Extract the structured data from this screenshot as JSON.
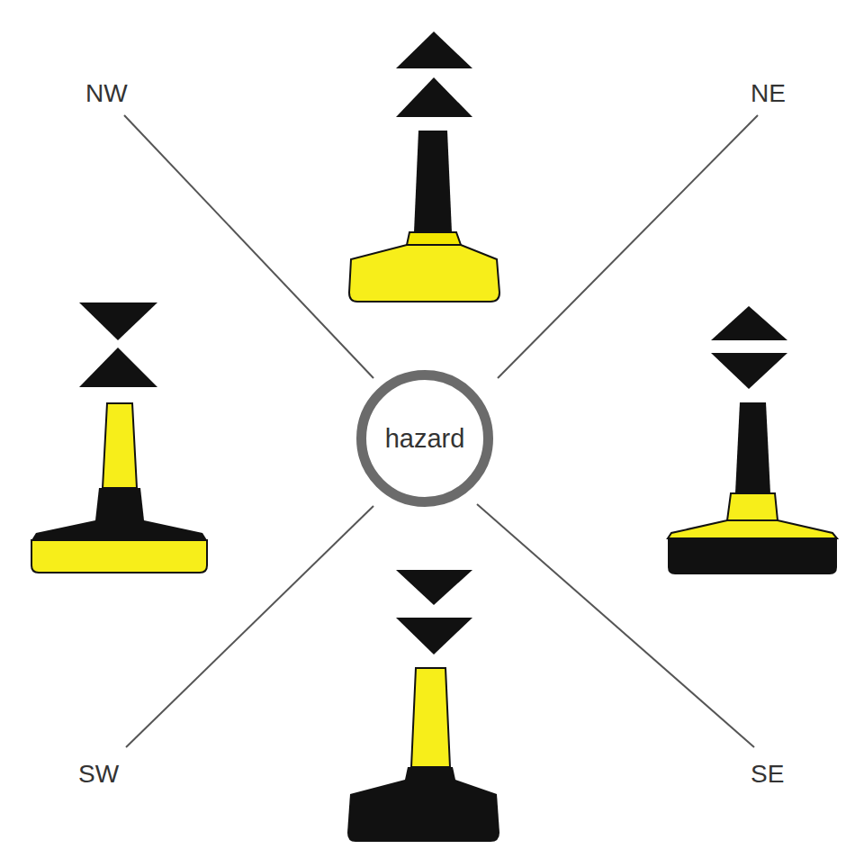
{
  "diagram": {
    "nodes": [
      {
        "text": [
          "hazard"
        ]
      }
    ],
    "labels": [
      "NW",
      "NE",
      "SW",
      "SE"
    ]
  }
}
